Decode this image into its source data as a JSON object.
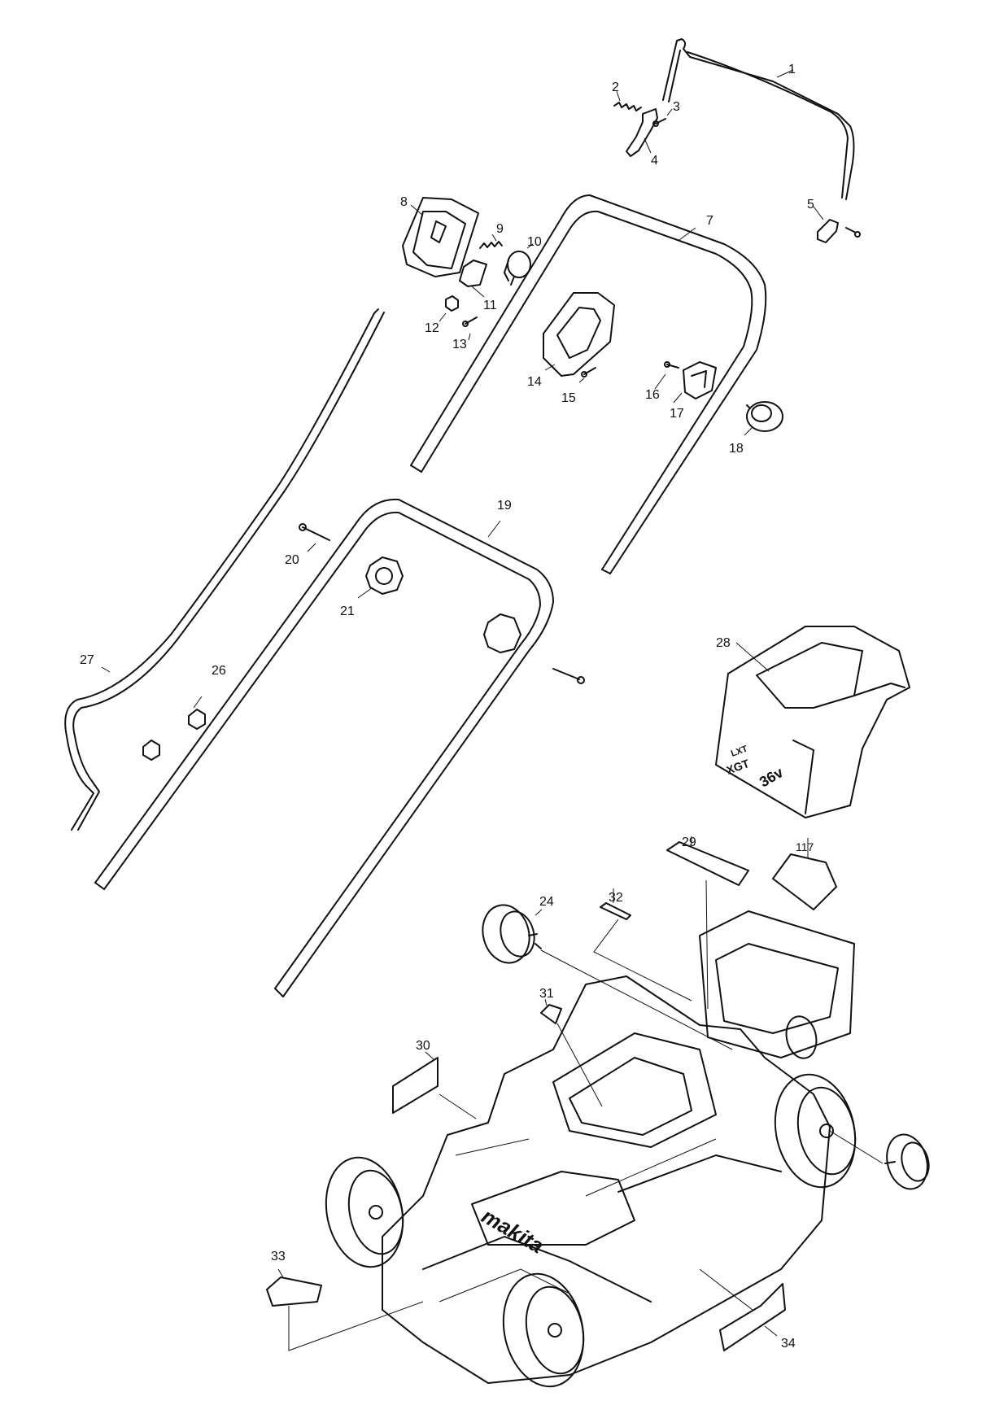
{
  "brand": {
    "logo": "makita",
    "cover_badge_top": "LXT",
    "cover_badge_main": "XGT",
    "cover_voltage": "36v"
  },
  "callouts": {
    "c1": "1",
    "c2": "2",
    "c3": "3",
    "c4": "4",
    "c5": "5",
    "c7": "7",
    "c8": "8",
    "c9": "9",
    "c10": "10",
    "c11": "11",
    "c12": "12",
    "c13": "13",
    "c14": "14",
    "c15": "15",
    "c16": "16",
    "c17": "17",
    "c18": "18",
    "c19": "19",
    "c20": "20",
    "c21": "21",
    "c24": "24",
    "c26": "26",
    "c27": "27",
    "c28": "28",
    "c29": "29",
    "c30": "30",
    "c31": "31",
    "c32": "32",
    "c33": "33",
    "c34": "34",
    "c117": "117"
  }
}
